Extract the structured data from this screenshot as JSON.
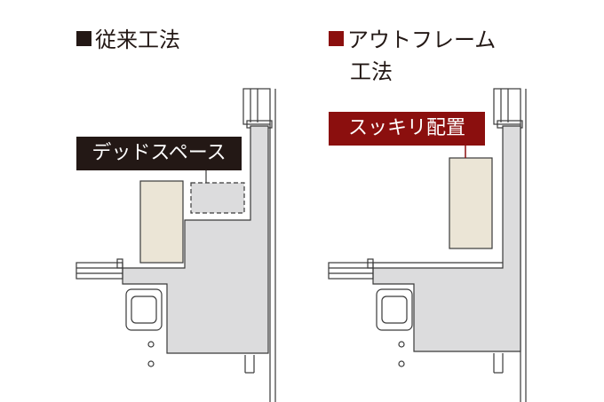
{
  "colors": {
    "text": "#231815",
    "accent_red": "#8b0f0e",
    "label_black": "#231815",
    "wall_gray": "#dcdcdd",
    "furniture": "#ebe5d6",
    "line": "#3a3a3a"
  },
  "left": {
    "heading": "従来工法",
    "label": "デッドスペース"
  },
  "right": {
    "heading_line1": "アウトフレーム",
    "heading_line2": "工法",
    "label": "スッキリ配置"
  }
}
